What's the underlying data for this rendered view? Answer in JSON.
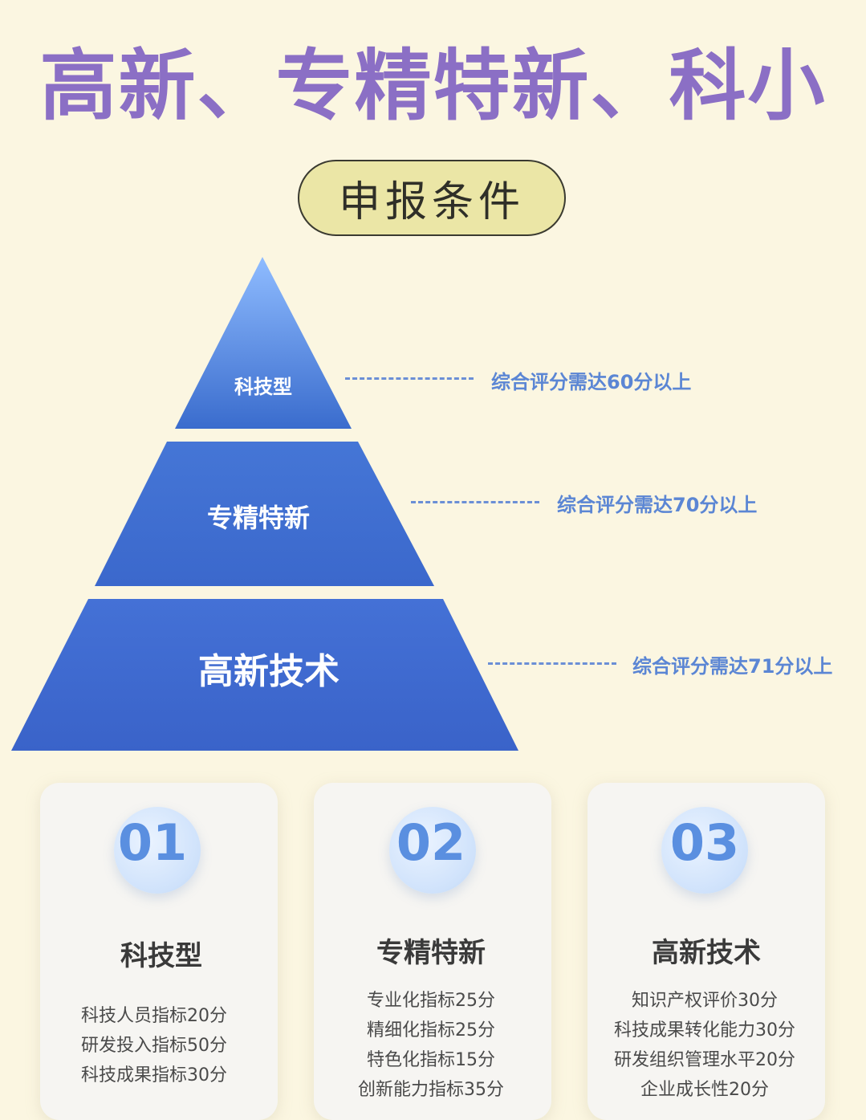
{
  "title": "高新、专精特新、科小",
  "subtitle_pill": "申报条件",
  "pyramid": {
    "tiers": [
      {
        "label": "科技型",
        "requirement": "综合评分需达60分以上"
      },
      {
        "label": "专精特新",
        "requirement": "综合评分需达70分以上"
      },
      {
        "label": "高新技术",
        "requirement": "综合评分需达71分以上"
      }
    ],
    "colors": {
      "top": "#7fb0f7",
      "middle": "#3f6fd0",
      "bottom": "#3d66cd"
    }
  },
  "cards": [
    {
      "number": "01",
      "title": "科技型",
      "items": [
        "科技人员指标20分",
        "研发投入指标50分",
        "科技成果指标30分"
      ]
    },
    {
      "number": "02",
      "title": "专精特新",
      "items": [
        "专业化指标25分",
        "精细化指标25分",
        "特色化指标15分",
        "创新能力指标35分"
      ]
    },
    {
      "number": "03",
      "title": "高新技术",
      "items": [
        "知识产权评价30分",
        "科技成果转化能力30分",
        "研发组织管理水平20分",
        "企业成长性20分"
      ]
    }
  ]
}
